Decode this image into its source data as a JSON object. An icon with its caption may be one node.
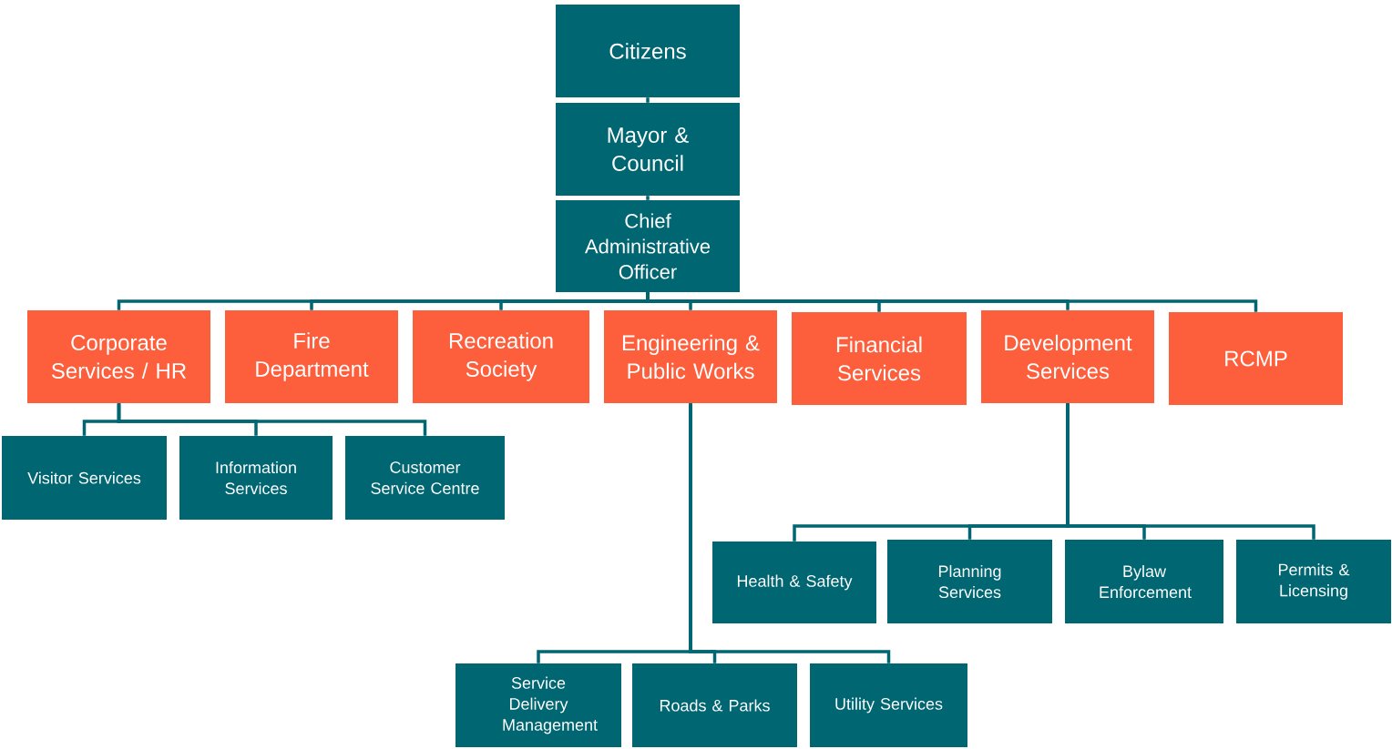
{
  "diagram": {
    "nodes": [
      {
        "text": [
          "Citizens"
        ]
      },
      {
        "text": [
          "Mayor & Council"
        ]
      },
      {
        "text": [
          "Chief Administrative Officer"
        ]
      },
      {
        "text": [
          "Corporate Services / HR"
        ]
      },
      {
        "text": [
          "Fire Department"
        ]
      },
      {
        "text": [
          "Recreation Society"
        ]
      },
      {
        "text": [
          "Engineering & Public Works"
        ]
      },
      {
        "text": [
          "Financial Services"
        ]
      },
      {
        "text": [
          "Development Services"
        ]
      },
      {
        "text": [
          "RCMP"
        ]
      },
      {
        "text": [
          "Visitor Services"
        ]
      },
      {
        "text": [
          "Information Services"
        ]
      },
      {
        "text": [
          "Customer Service Centre"
        ]
      },
      {
        "text": [
          "Health & Safety"
        ]
      },
      {
        "text": [
          "Planning Services"
        ]
      },
      {
        "text": [
          "Bylaw Enforcement"
        ]
      },
      {
        "text": [
          "Permits & Licensing"
        ]
      },
      {
        "text": [
          "Service Delivery Management"
        ]
      },
      {
        "text": [
          "Roads & Parks"
        ]
      },
      {
        "text": [
          "Utility Services"
        ]
      }
    ],
    "edges": [
      {
        "from": 0,
        "to": 1,
        "arrow": "none"
      },
      {
        "from": 1,
        "to": 2,
        "arrow": "none"
      },
      {
        "from": 2,
        "to": 3,
        "arrow": "none"
      },
      {
        "from": 2,
        "to": 4,
        "arrow": "none"
      },
      {
        "from": 2,
        "to": 5,
        "arrow": "none"
      },
      {
        "from": 2,
        "to": 6,
        "arrow": "none"
      },
      {
        "from": 2,
        "to": 7,
        "arrow": "none"
      },
      {
        "from": 2,
        "to": 8,
        "arrow": "none"
      },
      {
        "from": 2,
        "to": 9,
        "arrow": "none"
      },
      {
        "from": 3,
        "to": 10,
        "arrow": "none"
      },
      {
        "from": 3,
        "to": 11,
        "arrow": "none"
      },
      {
        "from": 3,
        "to": 12,
        "arrow": "none"
      },
      {
        "from": 8,
        "to": 13,
        "arrow": "none"
      },
      {
        "from": 8,
        "to": 14,
        "arrow": "none"
      },
      {
        "from": 8,
        "to": 15,
        "arrow": "none"
      },
      {
        "from": 8,
        "to": 16,
        "arrow": "none"
      },
      {
        "from": 6,
        "to": 17,
        "arrow": "none"
      },
      {
        "from": 6,
        "to": 18,
        "arrow": "none"
      },
      {
        "from": 6,
        "to": 19,
        "arrow": "none"
      }
    ]
  }
}
